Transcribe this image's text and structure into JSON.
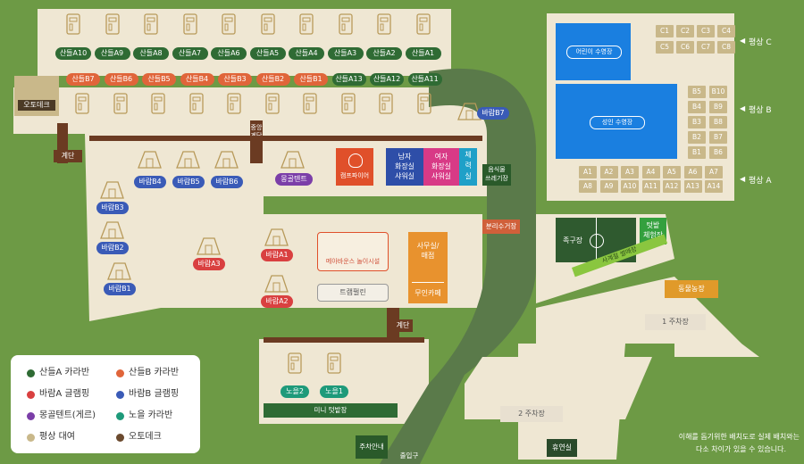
{
  "caravanA_row1": [
    "산들A10",
    "산들A9",
    "산들A8",
    "산들A7",
    "산들A6",
    "산들A5",
    "산들A4",
    "산들A3",
    "산들A2",
    "산들A1"
  ],
  "caravanB_row": [
    "산들B7",
    "산들B6",
    "산들B5",
    "산들B4",
    "산들B3",
    "산들B2",
    "산들B1"
  ],
  "caravanA_row2": [
    "산들A13",
    "산들A12",
    "산들A11"
  ],
  "autodeck": "오토데크",
  "baramB7": "바람B7",
  "stairs_left": "계단",
  "stairs_center": "중앙계단",
  "stairs_bottom": "계단",
  "baramB_top": [
    "바람B4",
    "바람B5",
    "바람B6"
  ],
  "mongol": "몽골텐트",
  "campfire": "캠프파이어",
  "shower_m": "남자\n화장실\n샤워실",
  "shower_w": "여자\n화장실\n샤워실",
  "gym": "체\n력\n실",
  "trash": "음식물\n쓰레기장",
  "recycle": "분리수거장",
  "baramB_left": [
    "바람B3",
    "바람B2",
    "바람B1"
  ],
  "baramA": [
    "바람A3",
    "바람A1",
    "바람A2"
  ],
  "playground": "메아바운스 놀이시설",
  "trampoline": "트램펄린",
  "office": "사무실/\n매점",
  "unmanned_cafe": "무인카페",
  "noeul": [
    "노을2",
    "노을1"
  ],
  "mini_garden": "미니 텃밭장",
  "parking_guide": "주차안내",
  "entrance": "출입구",
  "kids_pool": "어린이 수영장",
  "adult_pool": "성인 수영장",
  "pyeongsang_c": [
    "C1",
    "C2",
    "C3",
    "C4",
    "C5",
    "C6",
    "C7",
    "C8"
  ],
  "pyeongsang_b": [
    "B5",
    "B10",
    "B4",
    "B9",
    "B3",
    "B8",
    "B2",
    "B7",
    "B1",
    "B6"
  ],
  "pyeongsang_a": [
    "A1",
    "A2",
    "A3",
    "A4",
    "A5",
    "A6",
    "A7",
    "A8",
    "A9",
    "A10",
    "A11",
    "A12",
    "A13",
    "A14"
  ],
  "label_c": "평상 C",
  "label_b": "평상 B",
  "label_a": "평상 A",
  "football": "족구장",
  "farm_exp": "텃밭\n체험장",
  "path_label": "사계절 썰매장",
  "animal_farm": "동물농장",
  "parking1": "1 주차장",
  "parking2": "2 주차장",
  "hobby_room": "휴연실",
  "legend": [
    {
      "color": "#2f6b34",
      "text": "산들A 카라반"
    },
    {
      "color": "#e0653a",
      "text": "산들B 카라반"
    },
    {
      "color": "#d94040",
      "text": "바람A 글램핑"
    },
    {
      "color": "#3a5bb7",
      "text": "바람B 글램핑"
    },
    {
      "color": "#7b3ea8",
      "text": "몽골텐트(게르)"
    },
    {
      "color": "#1e9a7a",
      "text": "노을 카라반"
    },
    {
      "color": "#c9b88a",
      "text": "평상 대여"
    },
    {
      "color": "#6b4a2e",
      "text": "오토데크"
    }
  ],
  "disclaimer_1": "이해를 돕기위한 배치도로 실제 배치와는",
  "disclaimer_2": "다소 차이가 있을 수 있습니다."
}
